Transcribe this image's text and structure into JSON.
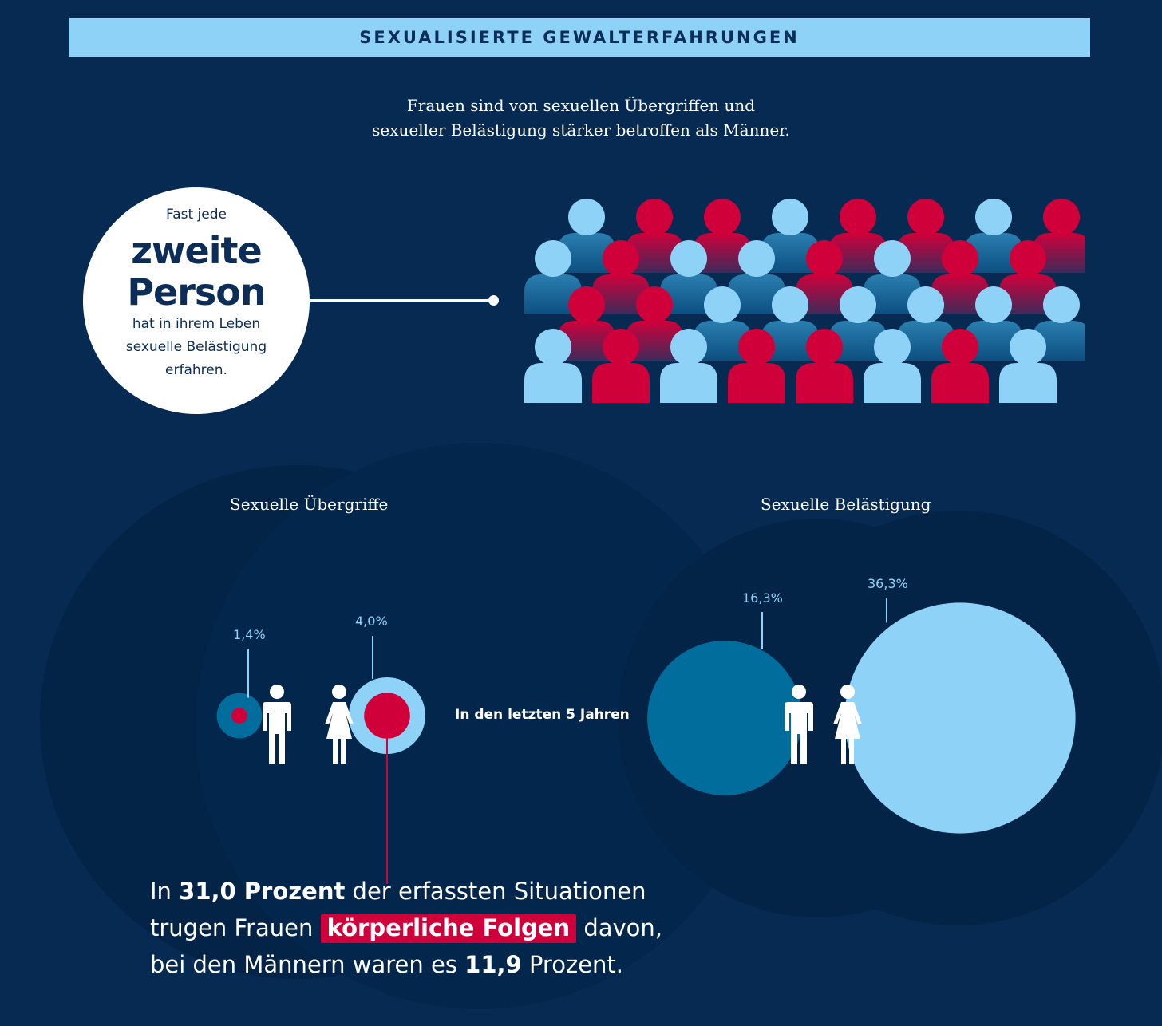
{
  "header": {
    "title": "SEXUALISIERTE GEWALTERFAHRUNGEN"
  },
  "intro": {
    "line1": "Frauen sind von sexuellen Übergriffen und",
    "line2": "sexueller Belästigung stärker betroffen als Männer."
  },
  "badge": {
    "line1": "Fast jede",
    "big1": "zweite",
    "big2": "Person",
    "line2": "hat in ihrem Leben",
    "line3": "sexuelle Belästigung",
    "line4": "erfahren."
  },
  "people_grid": {
    "colors": {
      "affected": "#d0003a",
      "not_affected": "#8ed3f7"
    },
    "rows": [
      [
        0,
        1,
        1,
        0,
        1,
        1,
        0,
        1
      ],
      [
        0,
        1,
        0,
        0,
        1,
        0,
        1,
        1
      ],
      [
        1,
        1,
        0,
        0,
        0,
        0,
        0,
        0
      ],
      [
        0,
        1,
        0,
        1,
        1,
        0,
        1,
        0
      ]
    ]
  },
  "chart_data": [
    {
      "type": "bubble",
      "title": "Sexuelle Übergriffe",
      "period": "In den letzten 5 Jahren",
      "series": [
        {
          "name": "Männer",
          "value": 1.4,
          "label": "1,4%"
        },
        {
          "name": "Frauen",
          "value": 4.0,
          "label": "4,0%"
        }
      ]
    },
    {
      "type": "bubble",
      "title": "Sexuelle Belästigung",
      "period": "In den letzten 5 Jahren",
      "series": [
        {
          "name": "Männer",
          "value": 16.3,
          "label": "16,3%"
        },
        {
          "name": "Frauen",
          "value": 36.3,
          "label": "36,3%"
        }
      ]
    }
  ],
  "middle_label": "In den letzten 5 Jahren",
  "footnote": {
    "p1": "In ",
    "b1": "31,0 Prozent",
    "p2": " der erfassten Situationen",
    "p3": "trugen Frauen ",
    "hl": "körperliche Folgen",
    "p4": " davon,",
    "p5": "bei den Männern waren es ",
    "b2": "11,9",
    "p6": " Prozent."
  },
  "colors": {
    "background": "#062a52",
    "light_blue": "#8ed3f7",
    "mid_blue": "#006d9c",
    "red": "#d0003a",
    "dark_circle": "#032347"
  }
}
